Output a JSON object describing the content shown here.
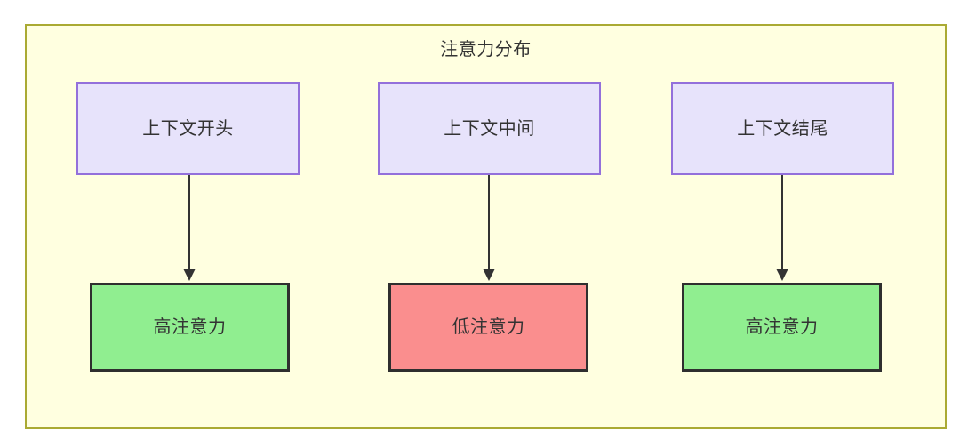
{
  "diagram": {
    "title": "注意力分布",
    "container": {
      "fill": "#ffffe0",
      "stroke": "#aaaa33"
    },
    "nodes": [
      {
        "id": "ctx-start",
        "label": "上下文开头",
        "row": "top",
        "fill": "#e7e3fb",
        "stroke": "#9370db"
      },
      {
        "id": "ctx-mid",
        "label": "上下文中间",
        "row": "top",
        "fill": "#e7e3fb",
        "stroke": "#9370db"
      },
      {
        "id": "ctx-end",
        "label": "上下文结尾",
        "row": "top",
        "fill": "#e7e3fb",
        "stroke": "#9370db"
      },
      {
        "id": "attn-1",
        "label": "高注意力",
        "row": "bottom",
        "fill": "#90ee90",
        "stroke": "#2f2f2f"
      },
      {
        "id": "attn-2",
        "label": "低注意力",
        "row": "bottom",
        "fill": "#fa8e8e",
        "stroke": "#2f2f2f"
      },
      {
        "id": "attn-3",
        "label": "高注意力",
        "row": "bottom",
        "fill": "#90ee90",
        "stroke": "#2f2f2f"
      }
    ],
    "edges": [
      {
        "id": "edge-1",
        "from": "ctx-start",
        "to": "attn-1",
        "label": "",
        "arrow": "down"
      },
      {
        "id": "edge-2",
        "from": "ctx-mid",
        "to": "attn-2",
        "label": "",
        "arrow": "down"
      },
      {
        "id": "edge-3",
        "from": "ctx-end",
        "to": "attn-3",
        "label": "",
        "arrow": "down"
      }
    ]
  }
}
